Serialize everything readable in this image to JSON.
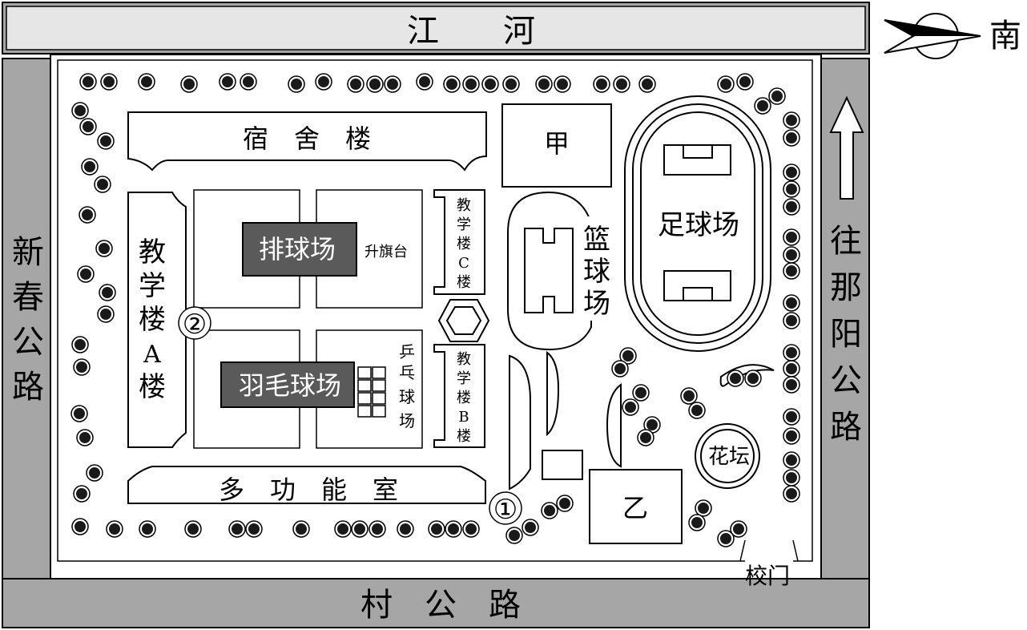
{
  "roads": {
    "north": "江　　河",
    "west": [
      "新",
      "春",
      "公",
      "路"
    ],
    "east": [
      "往",
      "那",
      "阳",
      "公",
      "路"
    ],
    "south": "村　公　路"
  },
  "compass": {
    "label": "南"
  },
  "buildings": {
    "dormitory": "宿　舍　楼",
    "multipurpose": "多　功　能　室",
    "teaching_a": [
      "教",
      "学",
      "楼",
      "A",
      "楼"
    ],
    "teaching_b": [
      "教",
      "学",
      "楼",
      "B",
      "楼"
    ],
    "teaching_c": [
      "教",
      "学",
      "楼",
      "C",
      "楼"
    ],
    "jia": "甲",
    "yi": "乙"
  },
  "facilities": {
    "volleyball": "排球场",
    "badminton": "羽毛球场",
    "flagpole": "升旗台",
    "pingpong": [
      "乒",
      "乓",
      "球",
      "场"
    ],
    "basketball": [
      "篮",
      "球",
      "场"
    ],
    "football": "足球场",
    "flowerbed": "花坛",
    "gate": "校门"
  },
  "markers": {
    "one": "①",
    "two": "②"
  },
  "colors": {
    "road": "#a6a6a6",
    "court": "#5a5a5a",
    "tree": "#1a1a1a"
  }
}
